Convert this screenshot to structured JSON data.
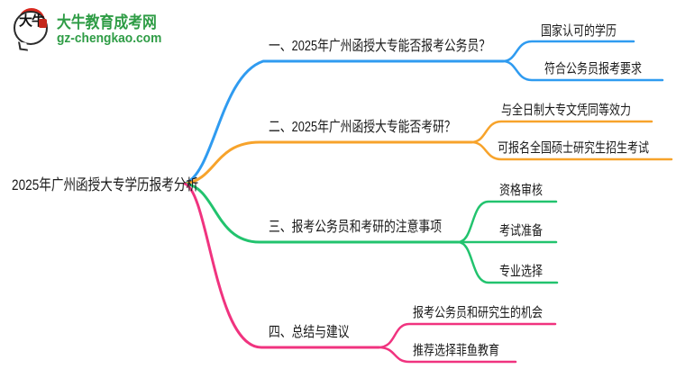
{
  "logo": {
    "icon_text": "大牛",
    "title": "大牛教育成考网",
    "domain": "gz-chengkao.com",
    "brand_color": "#2e9c45",
    "accent_red": "#d8281e"
  },
  "central_topic": "2025年广州函授大专学历报考分析",
  "colors": {
    "branch1": "#2f9bf0",
    "branch2": "#f7a32b",
    "branch3": "#22c36e",
    "branch4": "#f0337f",
    "text": "#1a1a1a",
    "background": "#ffffff"
  },
  "branches": [
    {
      "label": "一、2025年广州函授大专能否报考公务员？",
      "color": "#2f9bf0",
      "children": [
        "国家认可的学历",
        "符合公务员报考要求"
      ]
    },
    {
      "label": "二、2025年广州函授大专能否考研？",
      "color": "#f7a32b",
      "children": [
        "与全日制大专文凭同等效力",
        "可报名全国硕士研究生招生考试"
      ]
    },
    {
      "label": "三、报考公务员和考研的注意事项",
      "color": "#22c36e",
      "children": [
        "资格审核",
        "考试准备",
        "专业选择"
      ]
    },
    {
      "label": "四、总结与建议",
      "color": "#f0337f",
      "children": [
        "报考公务员和研究生的机会",
        "推荐选择菲鱼教育"
      ]
    }
  ]
}
